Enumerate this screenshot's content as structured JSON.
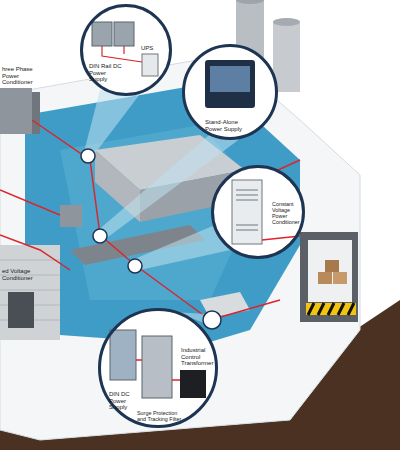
{
  "diagram": {
    "nodes": [
      {
        "text": [
          "DIN Rail DC Power Supply",
          "UPS"
        ]
      },
      {
        "text": [
          "Stand-Alone Power Supply"
        ]
      },
      {
        "text": [
          "Constant Voltage Power Conditioner"
        ]
      },
      {
        "text": [
          "DIN DC Power Supply",
          "Surge Protection and Tracking Filter",
          "Industrial Control Transformer"
        ]
      }
    ],
    "labels": [
      "hree Phase Power Conditioner",
      "ed Voltage Conditioner"
    ]
  }
}
